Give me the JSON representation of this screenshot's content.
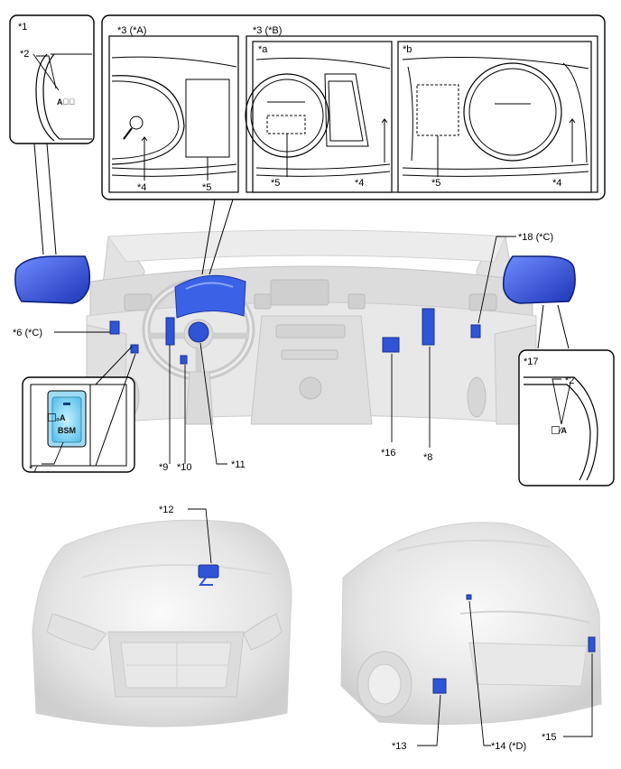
{
  "callouts": {
    "c1": "*1",
    "c2a": "*2",
    "c2b": "*2",
    "c3a": "*3 (*A)",
    "c3b": "*3 (*B)",
    "ca": "*a",
    "cb": "*b",
    "c4a": "*4",
    "c4b": "*4",
    "c4c": "*4",
    "c5a": "*5",
    "c5b": "*5",
    "c5c": "*5",
    "c6": "*6 (*C)",
    "c7": "*7",
    "c8": "*8",
    "c9": "*9",
    "c10": "*10",
    "c11": "*11",
    "c12": "*12",
    "c13": "*13",
    "c14": "*14 (*D)",
    "c15": "*15",
    "c16": "*16",
    "c17": "*17",
    "c18": "*18 (*C)"
  },
  "bsm_switch": {
    "label": "BSM"
  },
  "colors": {
    "highlight": "#2f54d6",
    "switch_glow": "#7fd3f2",
    "vehicle_grey": "#d4d4d4",
    "line": "#000000"
  }
}
